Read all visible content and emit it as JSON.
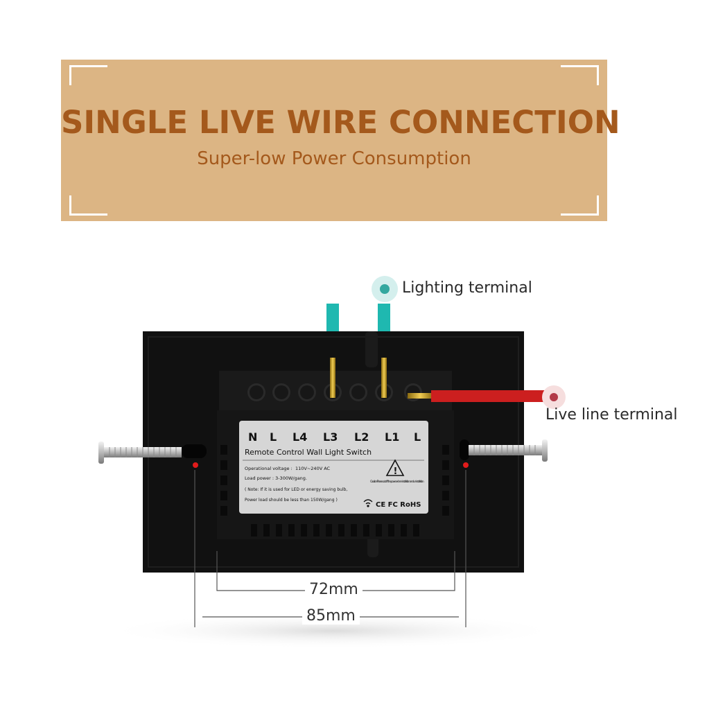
{
  "banner": {
    "title": "SINGLE LIVE WIRE CONNECTION",
    "subtitle": "Super-low Power Consumption"
  },
  "callouts": {
    "lighting": "Lighting terminal",
    "live": "Live line terminal"
  },
  "sticker": {
    "terminals": [
      "N",
      "L",
      "L4",
      "L3",
      "L2",
      "L1",
      "L"
    ],
    "title": "Remote Control Wall Light Switch",
    "voltage_label": "Operational voltage :",
    "voltage_value": "110V~240V AC",
    "load": "Load power : 3-300W/gang.",
    "note": "( Note: If it is used for LED or energy saving bulb,",
    "note2": "Power load should be less than 150W/gang )",
    "caution": "Caution:Please cut off the power when installation and uninstallation.",
    "certs": "CE FC RoHS"
  },
  "dimensions": {
    "inner": "72mm",
    "outer": "85mm"
  },
  "colors": {
    "banner_bg": "#dcb584",
    "banner_text": "#a4591c",
    "lighting_wire": "#1fb8b0",
    "live_wire": "#cc1f1f"
  }
}
